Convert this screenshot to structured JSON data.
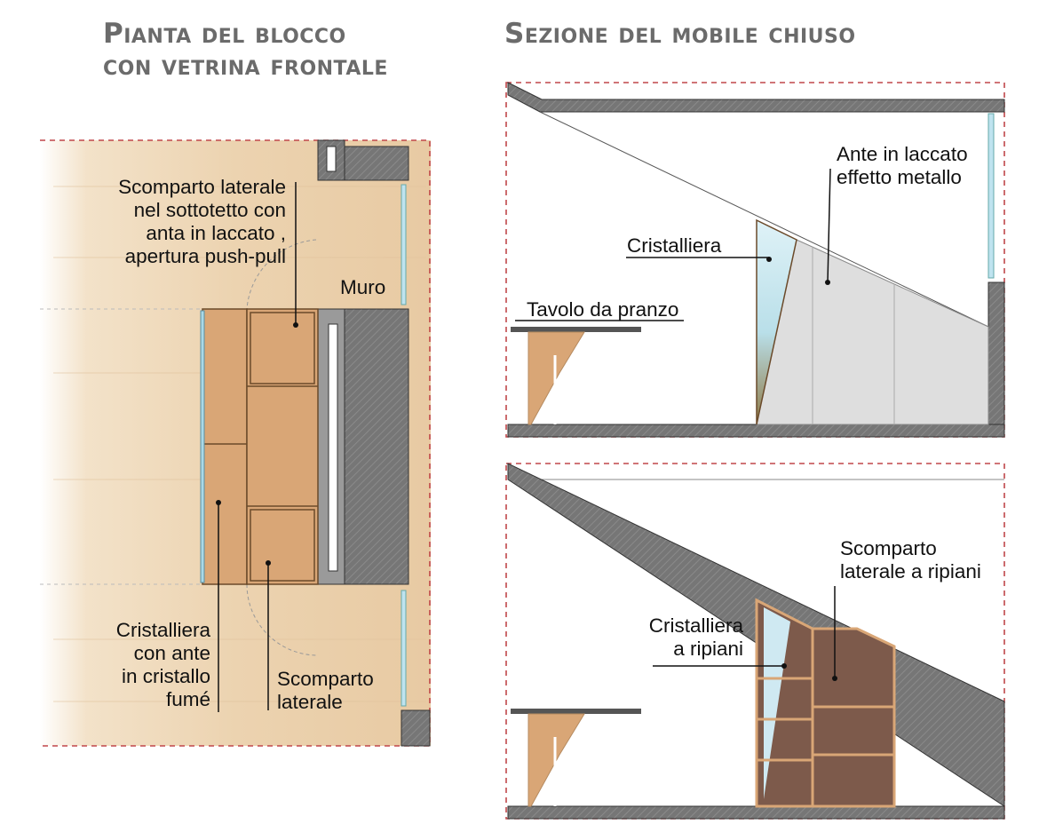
{
  "titles": {
    "left": [
      "Pianta del blocco",
      "con vetrina frontale"
    ],
    "right": "Sezione del mobile chiuso"
  },
  "plan_labels": {
    "side_compartment_top": [
      "Scomparto laterale",
      "nel sottotetto con",
      "anta in laccato ,",
      "apertura push-pull"
    ],
    "wall": "Muro",
    "glass_cabinet": [
      "Cristalliera",
      "con ante",
      "in cristallo",
      "fumé"
    ],
    "side_compartment_bottom": [
      "Scomparto",
      "laterale"
    ]
  },
  "section_top_labels": {
    "doors": [
      "Ante in laccato",
      "effetto metallo"
    ],
    "glass_cabinet": "Cristalliera",
    "table": "Tavolo da pranzo"
  },
  "section_bottom_labels": {
    "side_shelves": [
      "Scomparto",
      "laterale a ripiani"
    ],
    "glass_shelves": [
      "Cristalliera",
      "a ripiani"
    ]
  },
  "colors": {
    "title": "#6b6b6b",
    "outline_dashed": "#c0474a",
    "wall": "#7a7a7a",
    "wood_panel": "#d9a676",
    "dark_wood": "#7d5a4b",
    "glass": "#bfe3ef",
    "metal_doors": "#d9d9d9",
    "floor": "#ecd3b0"
  }
}
